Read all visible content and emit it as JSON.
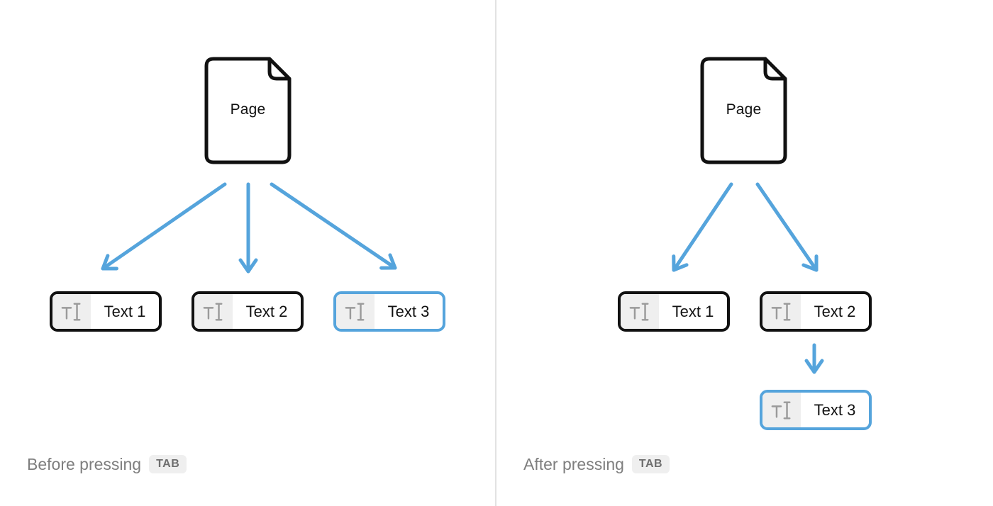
{
  "title": "Tab key indent diagram",
  "colors": {
    "accent_blue": "#55A4DC",
    "outline_black": "#111111",
    "icon_gray": "#9A9A9A",
    "icon_cell_bg": "#EFEFEF",
    "caption_gray": "#7E7E7E",
    "badge_bg": "#EFEFEF",
    "badge_text": "#6E6E6E",
    "divider_gray": "#E2E2E2"
  },
  "panels": {
    "before": {
      "page_label": "Page",
      "caption": "Before pressing",
      "key_label": "TAB",
      "blocks": [
        {
          "label": "Text 1",
          "selected": false
        },
        {
          "label": "Text 2",
          "selected": false
        },
        {
          "label": "Text 3",
          "selected": true
        }
      ]
    },
    "after": {
      "page_label": "Page",
      "caption": "After pressing",
      "key_label": "TAB",
      "blocks": [
        {
          "label": "Text 1",
          "selected": false
        },
        {
          "label": "Text 2",
          "selected": false
        },
        {
          "label": "Text 3",
          "selected": true
        }
      ]
    }
  }
}
